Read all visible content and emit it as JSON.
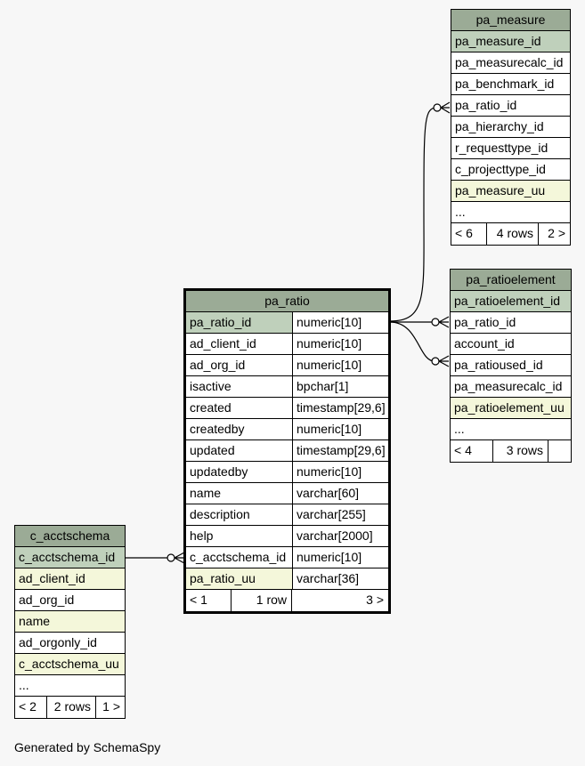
{
  "tables": {
    "pa_measure": {
      "title": "pa_measure",
      "columns": [
        "pa_measure_id",
        "pa_measurecalc_id",
        "pa_benchmark_id",
        "pa_ratio_id",
        "pa_hierarchy_id",
        "r_requesttype_id",
        "c_projecttype_id",
        "pa_measure_uu",
        "..."
      ],
      "footer": [
        "< 6",
        "4 rows",
        "2 >"
      ]
    },
    "pa_ratioelement": {
      "title": "pa_ratioelement",
      "columns": [
        "pa_ratioelement_id",
        "pa_ratio_id",
        "account_id",
        "pa_ratioused_id",
        "pa_measurecalc_id",
        "pa_ratioelement_uu",
        "..."
      ],
      "footer": [
        "< 4",
        "3 rows",
        ""
      ]
    },
    "pa_ratio": {
      "title": "pa_ratio",
      "columns": [
        {
          "name": "pa_ratio_id",
          "type": "numeric[10]"
        },
        {
          "name": "ad_client_id",
          "type": "numeric[10]"
        },
        {
          "name": "ad_org_id",
          "type": "numeric[10]"
        },
        {
          "name": "isactive",
          "type": "bpchar[1]"
        },
        {
          "name": "created",
          "type": "timestamp[29,6]"
        },
        {
          "name": "createdby",
          "type": "numeric[10]"
        },
        {
          "name": "updated",
          "type": "timestamp[29,6]"
        },
        {
          "name": "updatedby",
          "type": "numeric[10]"
        },
        {
          "name": "name",
          "type": "varchar[60]"
        },
        {
          "name": "description",
          "type": "varchar[255]"
        },
        {
          "name": "help",
          "type": "varchar[2000]"
        },
        {
          "name": "c_acctschema_id",
          "type": "numeric[10]"
        },
        {
          "name": "pa_ratio_uu",
          "type": "varchar[36]"
        }
      ],
      "footer": [
        "< 1",
        "1 row",
        "3 >"
      ]
    },
    "c_acctschema": {
      "title": "c_acctschema",
      "columns": [
        "c_acctschema_id",
        "ad_client_id",
        "ad_org_id",
        "name",
        "ad_orgonly_id",
        "c_acctschema_uu",
        "..."
      ],
      "footer": [
        "< 2",
        "2 rows",
        "1 >"
      ]
    }
  },
  "colors": {
    "header": "#9bab96",
    "primary_key": "#bfd0bb",
    "highlight": "#f4f7da",
    "background": "#f7f7f7"
  },
  "footer_note": "Generated by SchemaSpy"
}
